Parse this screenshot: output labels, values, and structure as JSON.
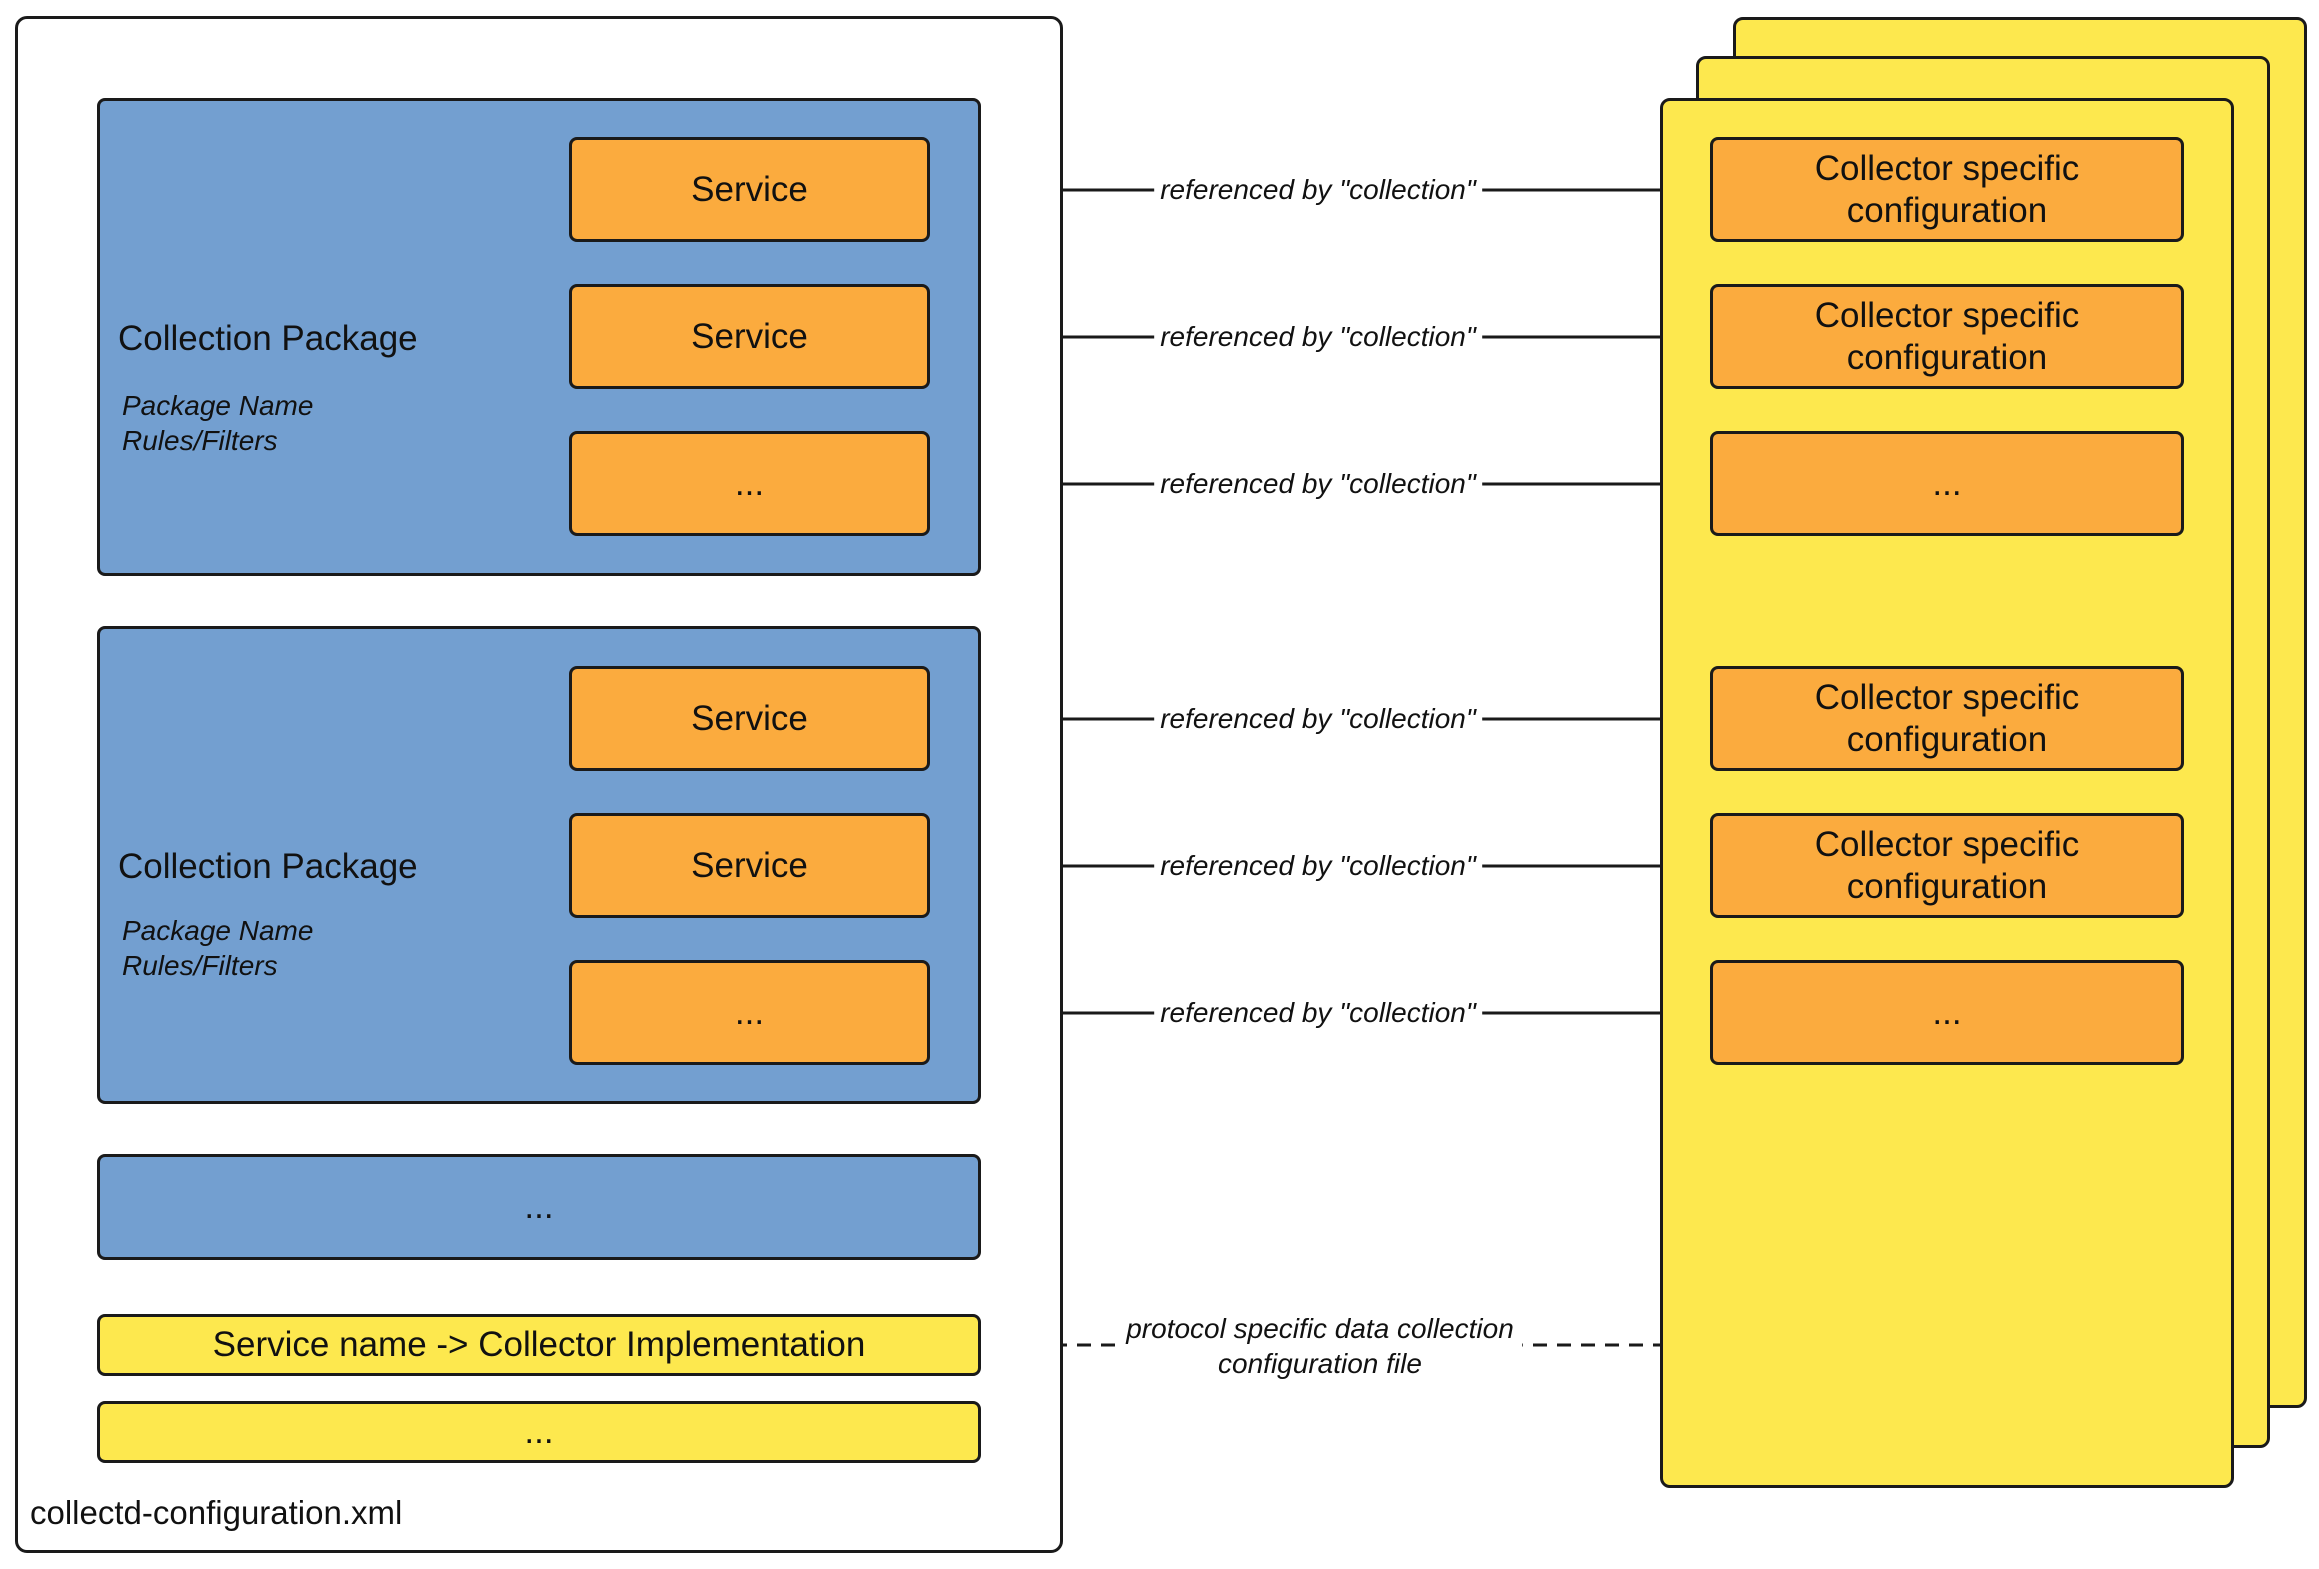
{
  "file_label": "collectd-configuration.xml",
  "packages": [
    {
      "title": "Collection Package",
      "details": [
        "Package Name",
        "Rules/Filters"
      ],
      "services": [
        "Service",
        "Service",
        "..."
      ]
    },
    {
      "title": "Collection Package",
      "details": [
        "Package Name",
        "Rules/Filters"
      ],
      "services": [
        "Service",
        "Service",
        "..."
      ]
    }
  ],
  "more_packages": "...",
  "mapping": {
    "label": "Service name -> Collector Implementation"
  },
  "more_mappings": "...",
  "collector_configs": [
    "Collector specific configuration",
    "Collector specific configuration",
    "...",
    "Collector specific configuration",
    "Collector specific configuration",
    "..."
  ],
  "reference_label": "referenced by \"collection\"",
  "dashed_label_lines": [
    "protocol specific data collection",
    "configuration file"
  ],
  "colors": {
    "package_fill": "#739fd0",
    "service_fill": "#fbab3e",
    "config_file_fill": "#fde84e",
    "border": "#1a1a1a"
  }
}
